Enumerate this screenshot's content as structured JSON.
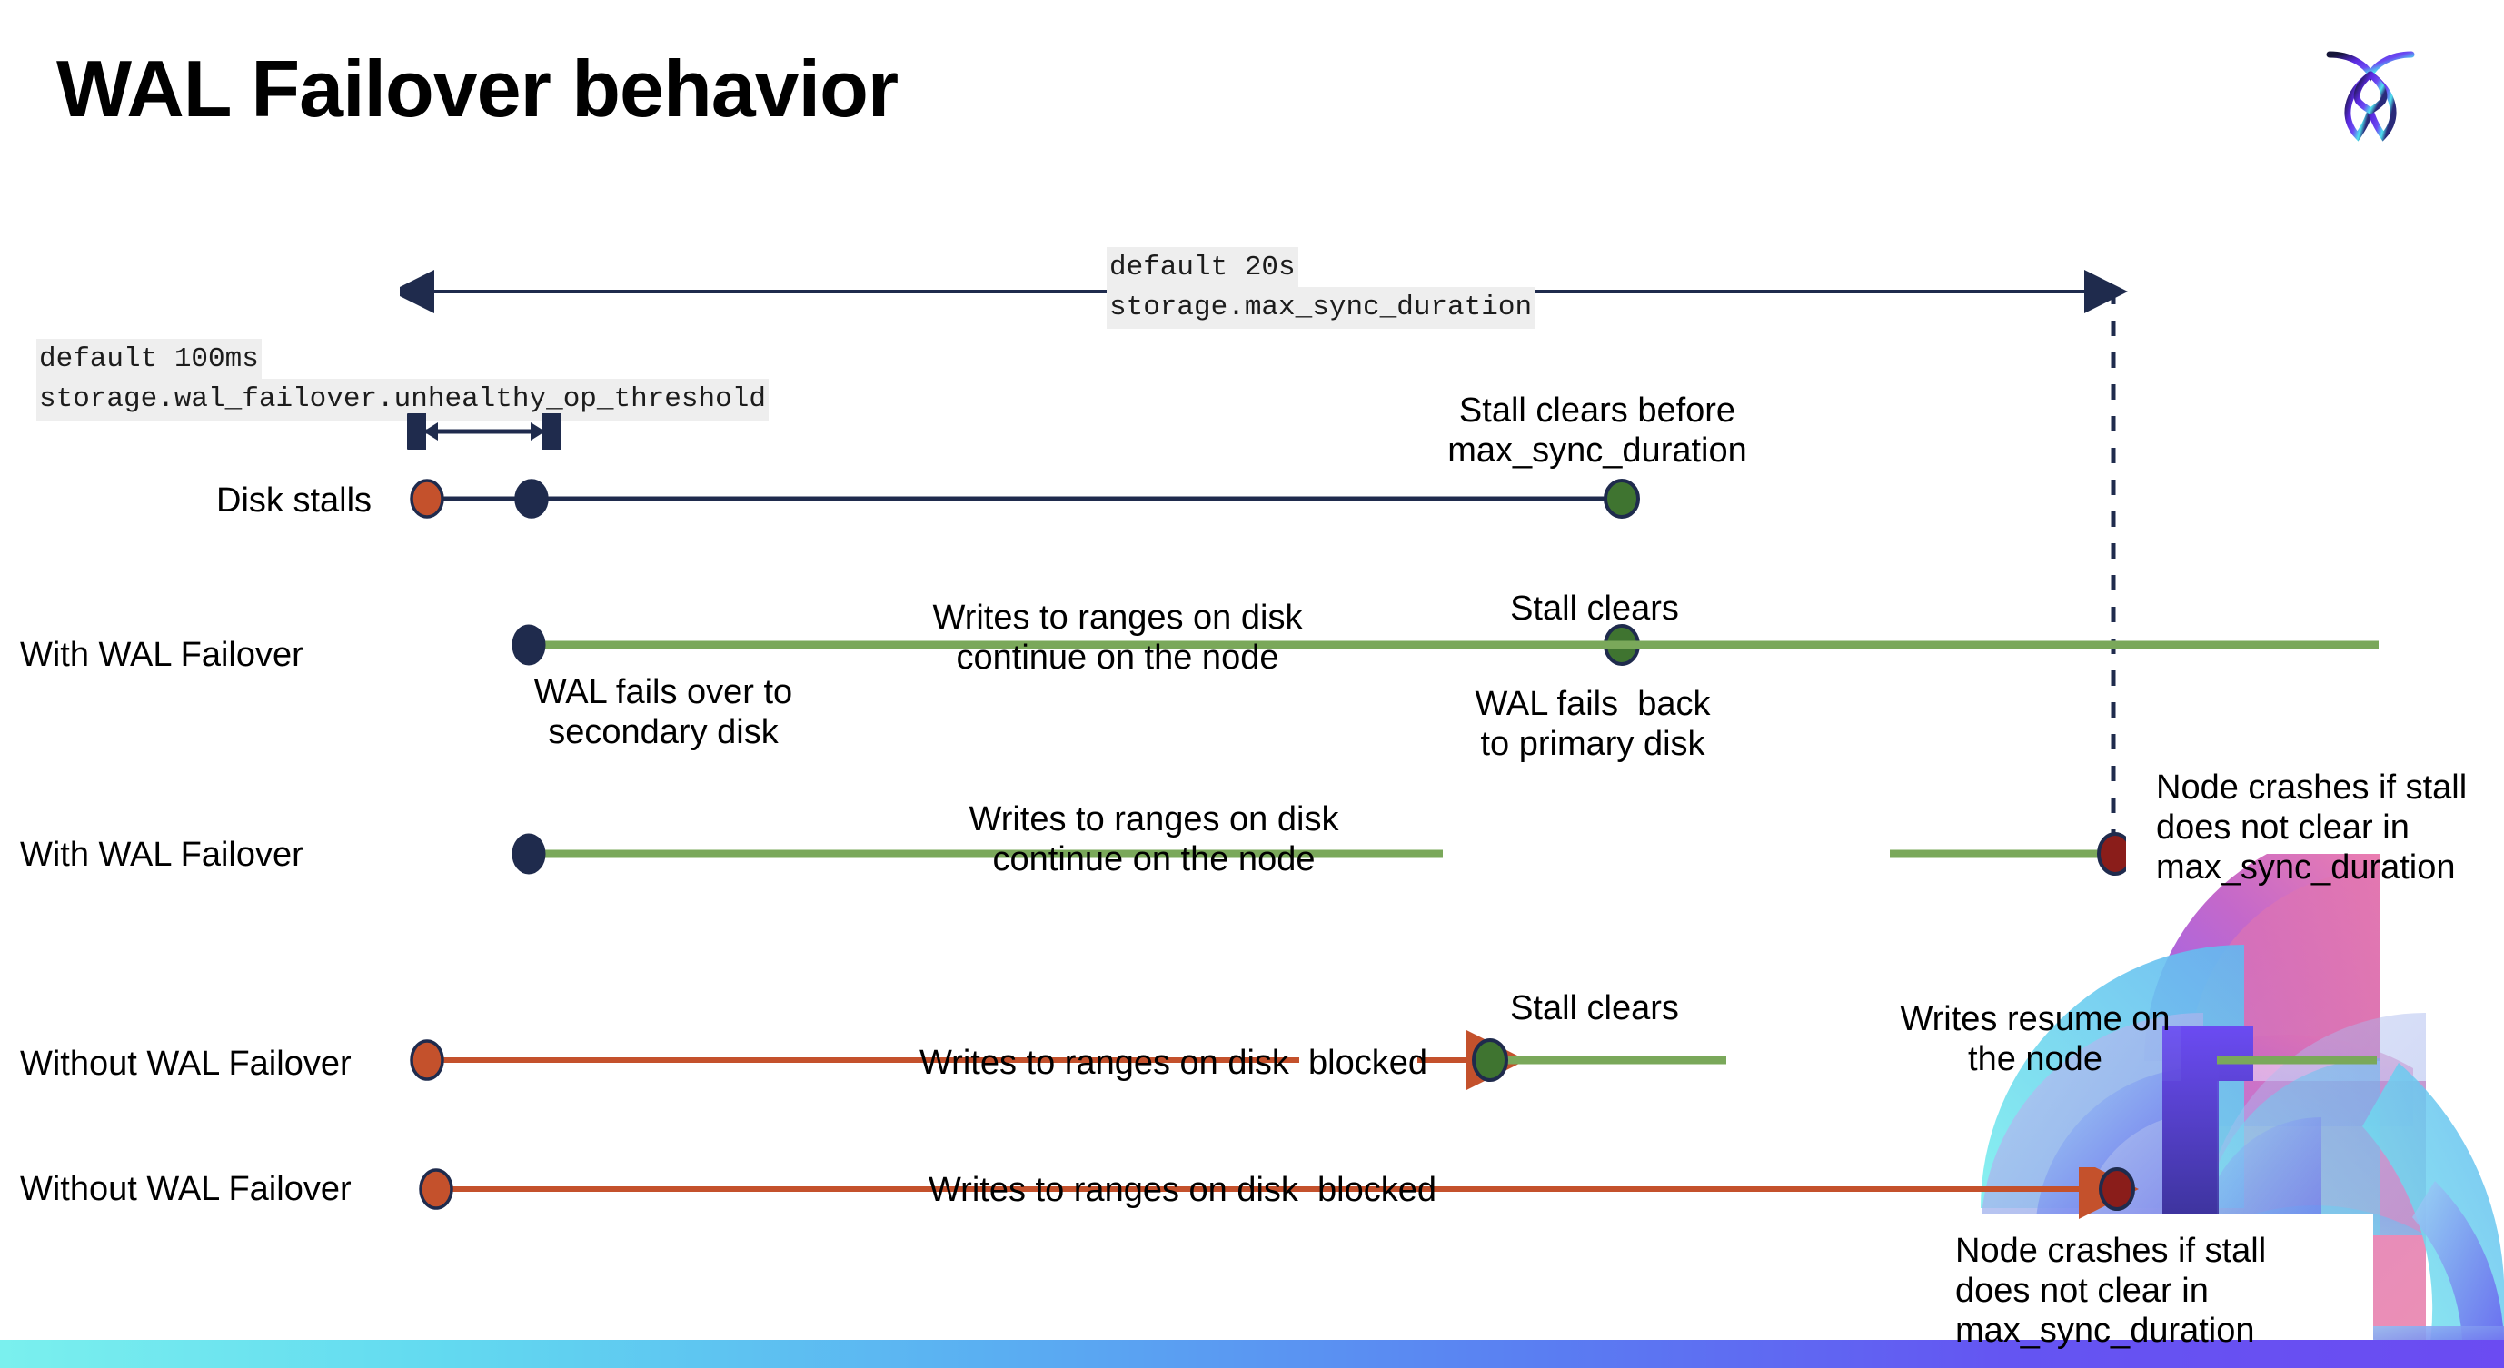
{
  "slide": {
    "title": "WAL Failover behavior",
    "logo": "cockroach-labs-logo"
  },
  "settings": {
    "max_sync": {
      "default_line": "default 20s",
      "setting_line": "storage.max_sync_duration"
    },
    "unhealthy": {
      "default_line": "default 100ms",
      "setting_line": "storage.wal_failover.unhealthy_op_threshold"
    }
  },
  "rows": {
    "disk_stalls": {
      "label": "Disk stalls",
      "note": "Stall clears before\nmax_sync_duration"
    },
    "with_failover_1": {
      "label": "With WAL Failover",
      "note_start": "WAL fails over to\nsecondary disk",
      "note_middle": "Writes to ranges on disk\ncontinue on the node",
      "note_clear": "Stall clears",
      "note_back": "WAL fails  back\nto primary disk"
    },
    "with_failover_2": {
      "label": "With WAL Failover",
      "note_middle": "Writes to ranges on disk\ncontinue on the node",
      "note_crash": "Node crashes if stall\ndoes not clear in\nmax_sync_duration"
    },
    "without_failover_1": {
      "label": "Without WAL Failover",
      "note_blocked": "Writes to ranges on disk  blocked",
      "note_clear": "Stall clears",
      "note_resume": "Writes resume on\nthe node"
    },
    "without_failover_2": {
      "label": "Without WAL Failover",
      "note_blocked": "Writes to ranges on disk  blocked",
      "note_crash": "Node crashes if stall\ndoes not clear in\nmax_sync_duration"
    }
  },
  "colors": {
    "navy": "#1f2b4d",
    "green_line": "#7aa85a",
    "green_dot": "#3f7430",
    "orange": "#c4512c",
    "dark_red": "#8a1d1a",
    "code_bg": "#eeeeee",
    "gradient_start": "#7af0ee",
    "gradient_end": "#6b4bf2"
  }
}
